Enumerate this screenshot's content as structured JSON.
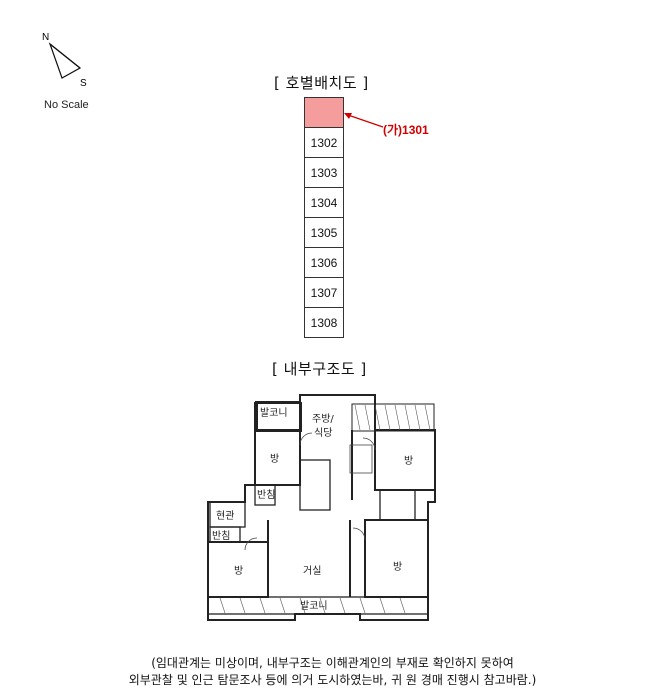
{
  "compass": {
    "north_label": "N",
    "south_label": "S",
    "scale_label": "No Scale"
  },
  "units_section": {
    "title": "[ 호별배치도 ]",
    "highlight_label": "(가)1301",
    "highlight_color": "#f59c9c",
    "callout_color": "#d10000",
    "units": [
      "",
      "1302",
      "1303",
      "1304",
      "1305",
      "1306",
      "1307",
      "1308"
    ]
  },
  "plan_section": {
    "title": "[ 내부구조도 ]",
    "rooms": {
      "balcony": "발코니",
      "kitchen_1": "주방/",
      "kitchen_2": "식당",
      "room_left_top": "방",
      "room_right_top": "방",
      "utility_left": "반침",
      "entrance": "현관",
      "utility_entrance": "반침",
      "room_left_bottom": "방",
      "living": "거실",
      "room_right_bottom": "방",
      "balcony_bottom": "발코니"
    }
  },
  "footnote": {
    "line1": "(임대관계는 미상이며, 내부구조는 이해관계인의 부재로 확인하지 못하여",
    "line2": "외부관찰 및 인근 탐문조사 등에 의거 도시하였는바, 귀 원 경매 진행시 참고바람.)"
  }
}
